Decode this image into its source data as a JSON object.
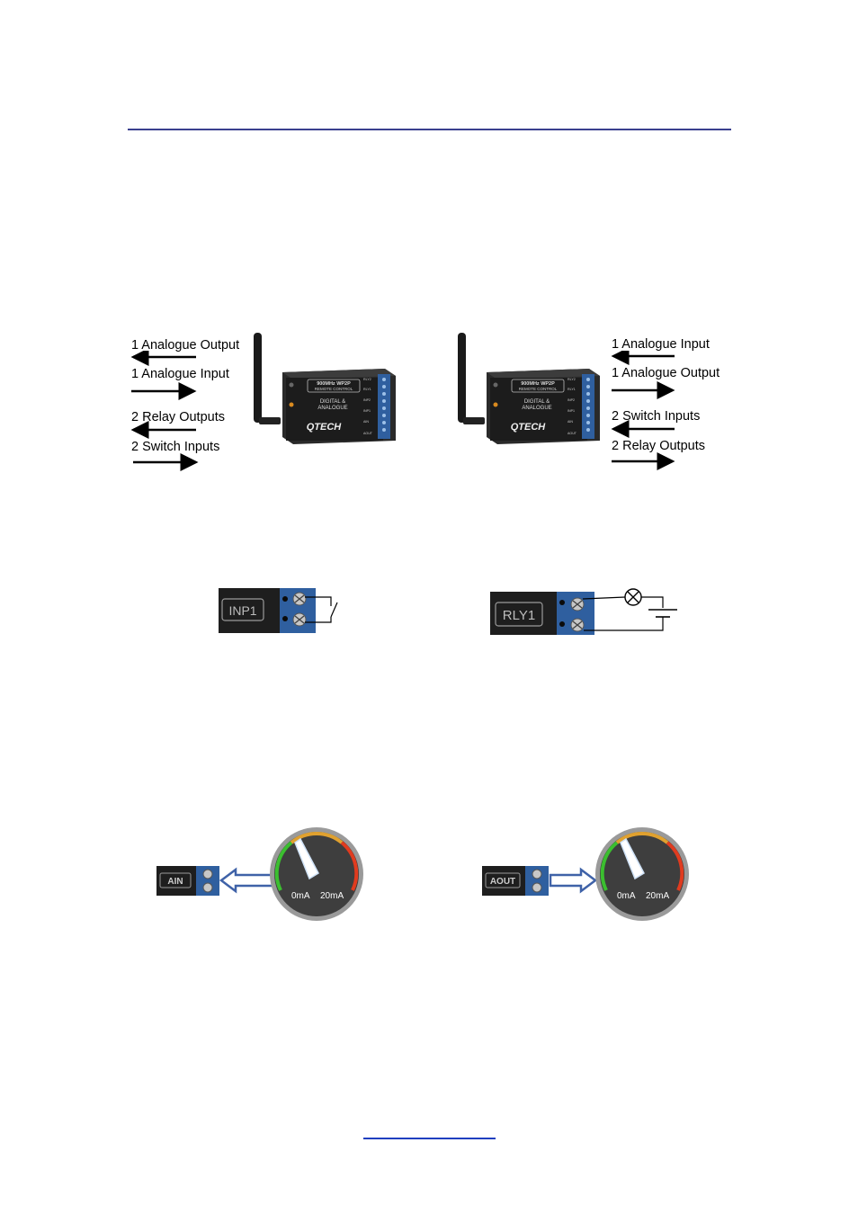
{
  "left_unit": {
    "labels": [
      "1 Analogue Output",
      "1 Analogue Input",
      "2 Relay Outputs",
      "2 Switch Inputs"
    ],
    "device": {
      "line1": "900MHz WP2P",
      "line2": "REMOTE CONTROL",
      "line3": "DIGITAL &",
      "line4": "ANALOGUE",
      "brand": "QTECH",
      "ports": [
        "RLY2",
        "RLY1",
        "INP2",
        "INP1",
        "AIN",
        "AOUT"
      ]
    }
  },
  "right_unit": {
    "labels": [
      "1 Analogue Input",
      "1 Analogue Output",
      "2 Switch Inputs",
      "2 Relay Outputs"
    ],
    "device": {
      "line1": "900MHz WP2P",
      "line2": "REMOTE CONTROL",
      "line3": "DIGITAL &",
      "line4": "ANALOGUE",
      "brand": "QTECH",
      "ports": [
        "RLY2",
        "RLY1",
        "INP2",
        "INP1",
        "AIN",
        "AOUT"
      ]
    }
  },
  "wiring": {
    "input_terminal": "INP1",
    "relay_terminal": "RLY1"
  },
  "gauges": {
    "ain_terminal": "AIN",
    "aout_terminal": "AOUT",
    "min_label": "0mA",
    "max_label": "20mA"
  },
  "colors": {
    "rule": "#3a3f8f",
    "terminal_blue": "#2f5f9f",
    "gauge_green": "#3bbf2f",
    "gauge_red": "#e03b1f"
  }
}
